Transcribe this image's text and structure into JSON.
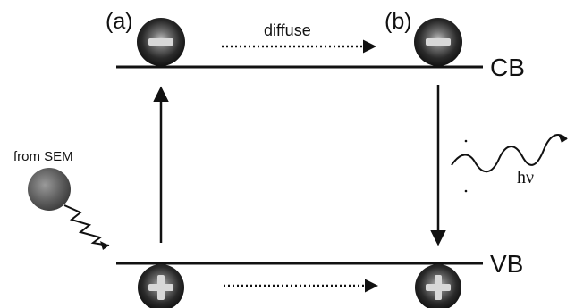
{
  "labels": {
    "a": "(a)",
    "b": "(b)",
    "diffuse": "diffuse",
    "cb": "CB",
    "vb": "VB",
    "from_sem": "from SEM",
    "hv": "hν"
  },
  "colors": {
    "ink": "#111111",
    "particle_dark": "#1a1a1a",
    "particle_light": "#d8d8d8",
    "sem_source": "#5a5a5a"
  },
  "icons": {
    "electron": "minus-sign-sphere",
    "hole": "plus-sign-sphere",
    "sem_source": "gray-sphere",
    "photon": "wavy-arrow"
  }
}
